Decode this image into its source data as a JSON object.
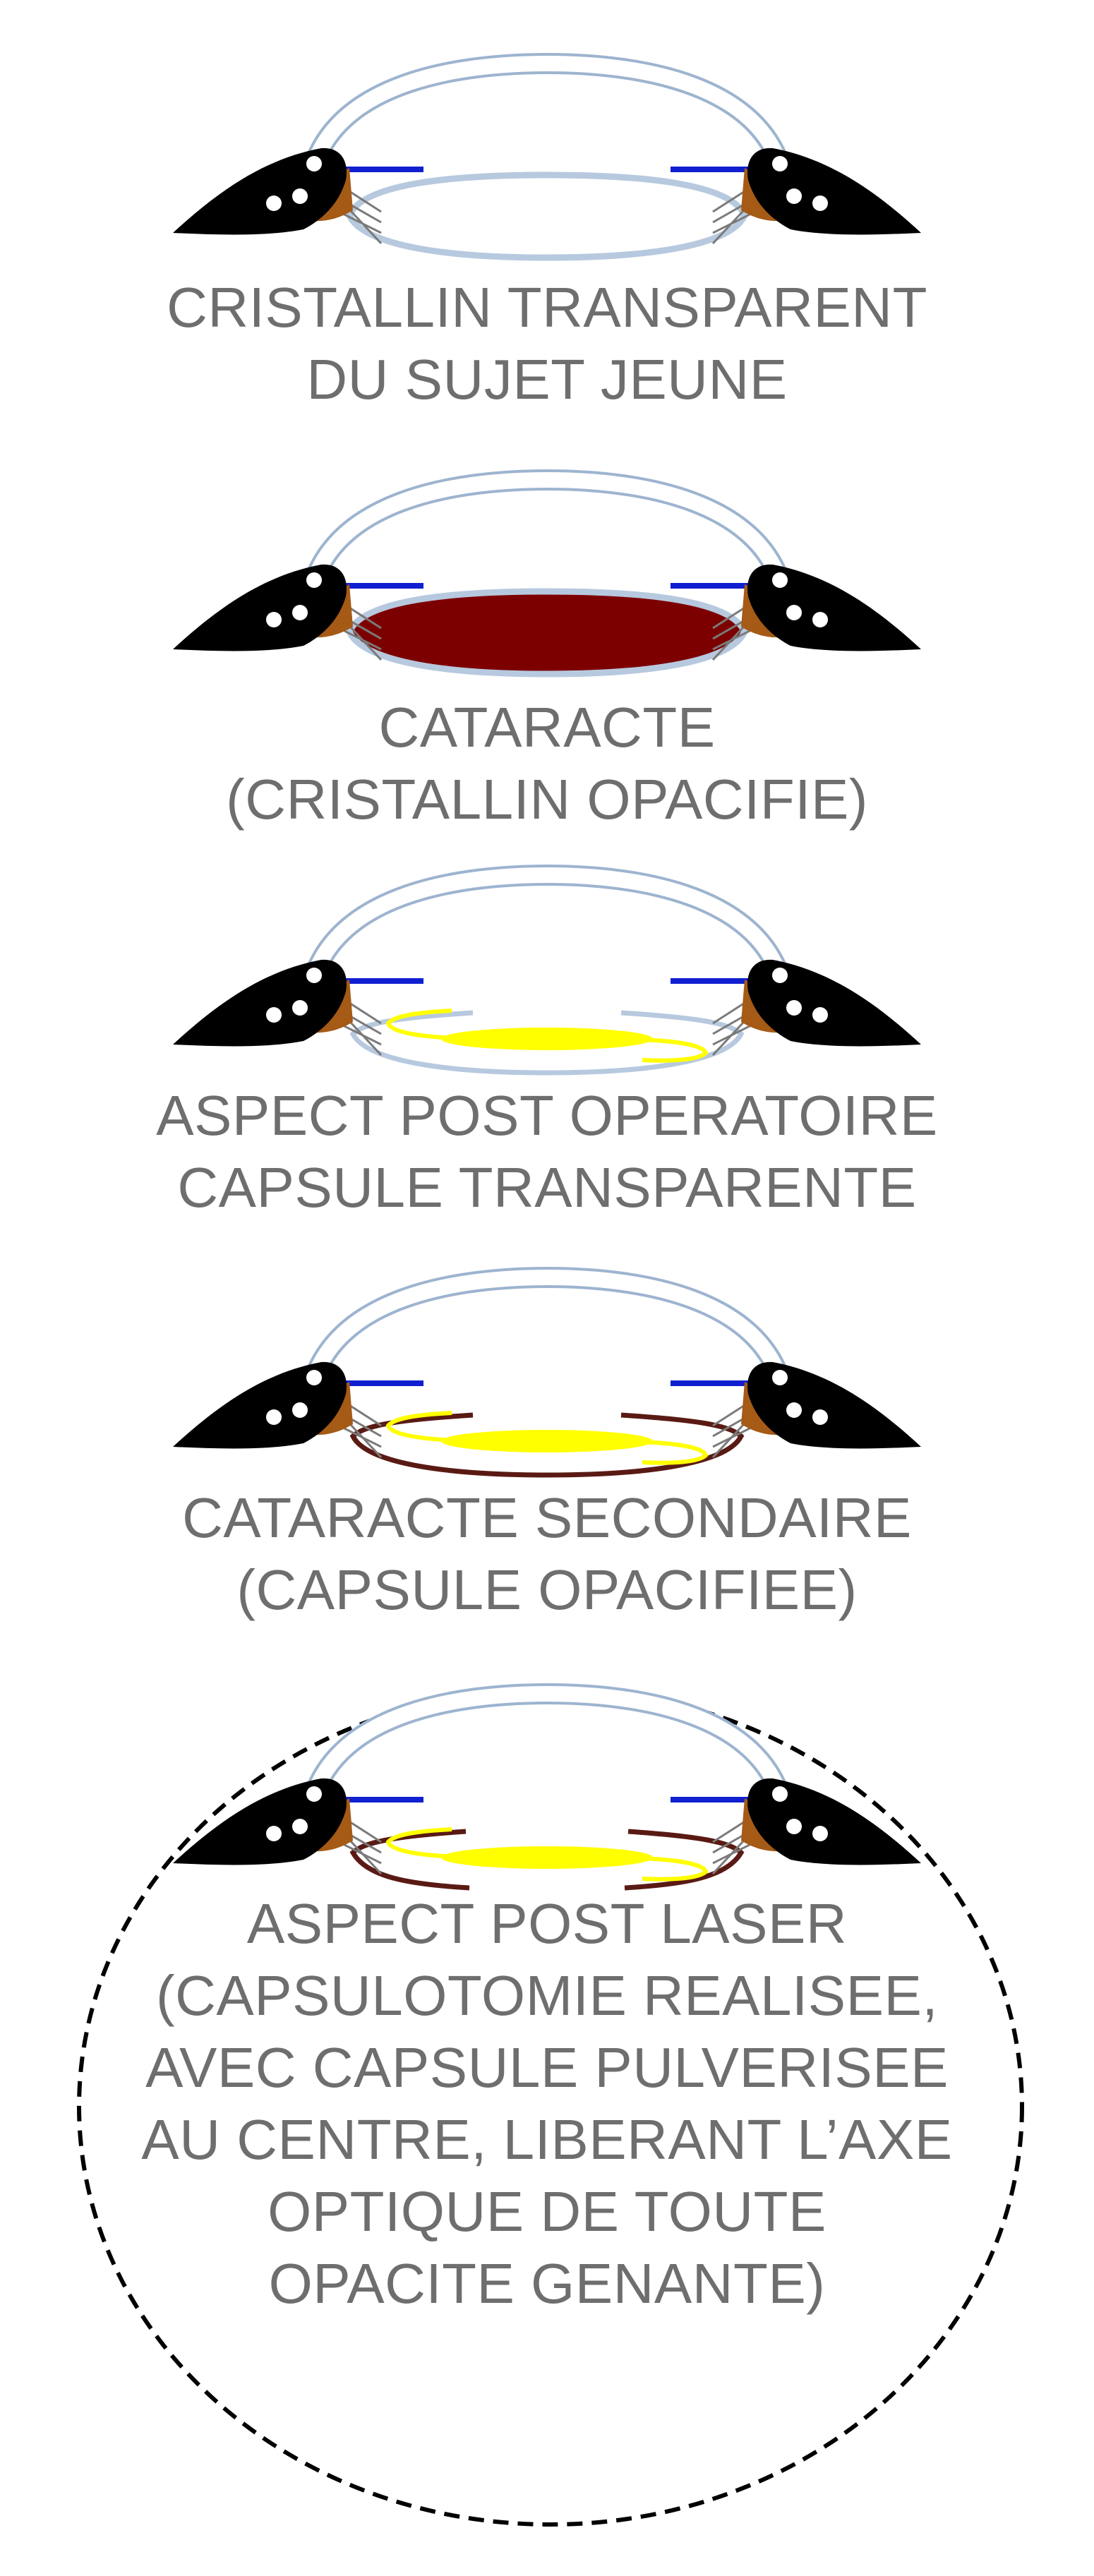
{
  "colors": {
    "caption_text": "#6e6e6e",
    "cornea_fill": "#ffffff",
    "cornea_outline": "#9db4cf",
    "iris_black": "#000000",
    "iris_dots": "#ffffff",
    "ciliary_brown": "#a55a16",
    "blue_marker": "#1020d0",
    "zonules_gray": "#7a7a7a",
    "lens_transparent_outline": "#b7c9de",
    "lens_opaque_fill": "#7d0000",
    "implant_yellow": "#ffff00",
    "capsule_transparent": "#b7c9de",
    "capsule_opaque": "#5a1a14",
    "laser_ellipse": "#000000"
  },
  "stages": [
    {
      "name": "cristallin-transparent",
      "lens": "transparent",
      "caption": [
        "CRISTALLIN TRANSPARENT",
        "DU SUJET JEUNE"
      ]
    },
    {
      "name": "cataracte",
      "lens": "opaque",
      "caption": [
        "CATARACTE",
        "(CRISTALLIN OPACIFIE)"
      ]
    },
    {
      "name": "post-operatoire",
      "lens": "implant-clear-capsule",
      "caption": [
        "ASPECT POST OPERATOIRE",
        "CAPSULE TRANSPARENTE"
      ]
    },
    {
      "name": "cataracte-secondaire",
      "lens": "implant-opaque-capsule",
      "caption": [
        "CATARACTE SECONDAIRE",
        "(CAPSULE OPACIFIEE)"
      ]
    },
    {
      "name": "post-laser",
      "lens": "implant-open-capsule",
      "caption": [
        "ASPECT POST LASER",
        "(CAPSULOTOMIE REALISEE,",
        "AVEC CAPSULE PULVERISEE",
        "AU CENTRE, LIBERANT L’AXE",
        "OPTIQUE DE TOUTE",
        "OPACITE GENANTE)"
      ]
    }
  ]
}
